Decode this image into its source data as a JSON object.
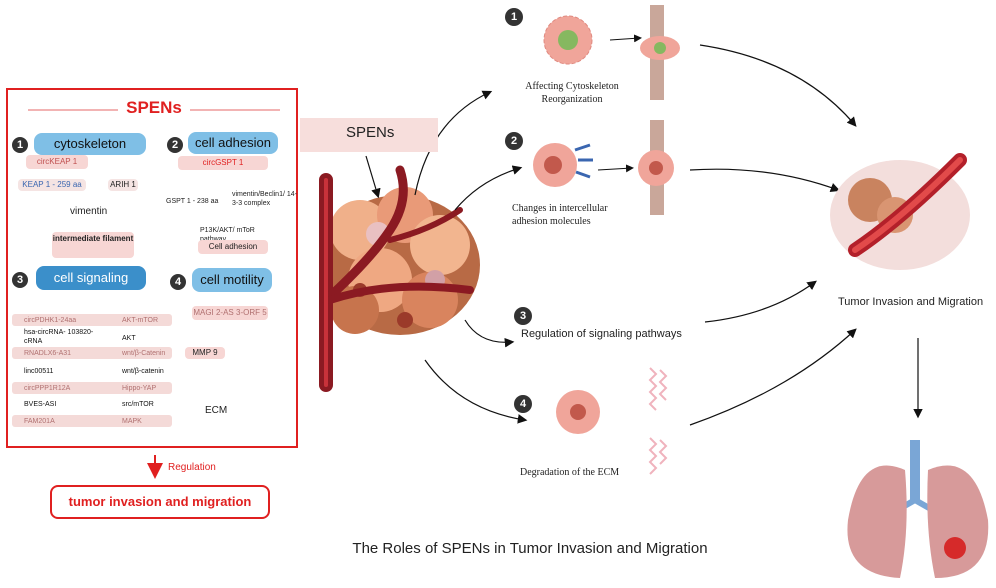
{
  "title": "The Roles of SPENs in Tumor Invasion and Migration",
  "spens_center_label": "SPENs",
  "panel": {
    "title": "SPENs",
    "sections": [
      {
        "number": "1",
        "heading": "cytoskeleton"
      },
      {
        "number": "2",
        "heading": "cell adhesion"
      },
      {
        "number": "3",
        "heading": "cell signaling"
      },
      {
        "number": "4",
        "heading": "cell  motility"
      }
    ],
    "cytoskeleton": {
      "circ": "circKEAP 1",
      "protein": "KEAP 1 - 259 aa",
      "partner": "ARIH 1",
      "target": "vimentin",
      "result": "intermediate filament"
    },
    "adhesion": {
      "circ": "circGSPT 1",
      "protein": "GSPT 1 - 238 aa",
      "complex": "vimentin/Beclin1/ 14-3-3 complex",
      "pathway": "P13K/AKT/ mToR pathway",
      "result": "Cell adhesion"
    },
    "signaling": [
      {
        "name": "circPDHK1-24aa",
        "pathway": "AKT-mTOR"
      },
      {
        "name": "hsa-circRNA- 103820-cRNA",
        "pathway": "AKT"
      },
      {
        "name": "RNADLX6-A31",
        "pathway": "wnt/β-Catenin"
      },
      {
        "name": "linc00511",
        "pathway": "wnt/β-catenin"
      },
      {
        "name": "circPPP1R12A",
        "pathway": "Hippo-YAP"
      },
      {
        "name": "BVES-ASI",
        "pathway": "src/mTOR"
      },
      {
        "name": "FAM201A",
        "pathway": "MAPK"
      }
    ],
    "motility": {
      "gene": "MAGI 2-AS 3-ORF 5",
      "mmp": "MMP 9",
      "ecm": "ECM"
    }
  },
  "regulation_label": "Regulation",
  "outcome_box": "tumor invasion and migration",
  "steps": [
    {
      "number": "1",
      "caption": "Affecting Cytoskeleton Reorganization"
    },
    {
      "number": "2",
      "caption": "Changes in intercellular adhesion molecules"
    },
    {
      "number": "3",
      "caption": "Regulation of signaling pathways"
    },
    {
      "number": "4",
      "caption": "Degradation of the ECM"
    }
  ],
  "outcome_label": "Tumor Invasion and Migration",
  "colors": {
    "accent_red": "#e02020",
    "blue_box": "#7fbfe6",
    "blue_box_dark": "#3b8fca",
    "pink_box": "#f7d6d4",
    "cell_pink": "#f0a59a",
    "vessel": "#8b1a22"
  }
}
